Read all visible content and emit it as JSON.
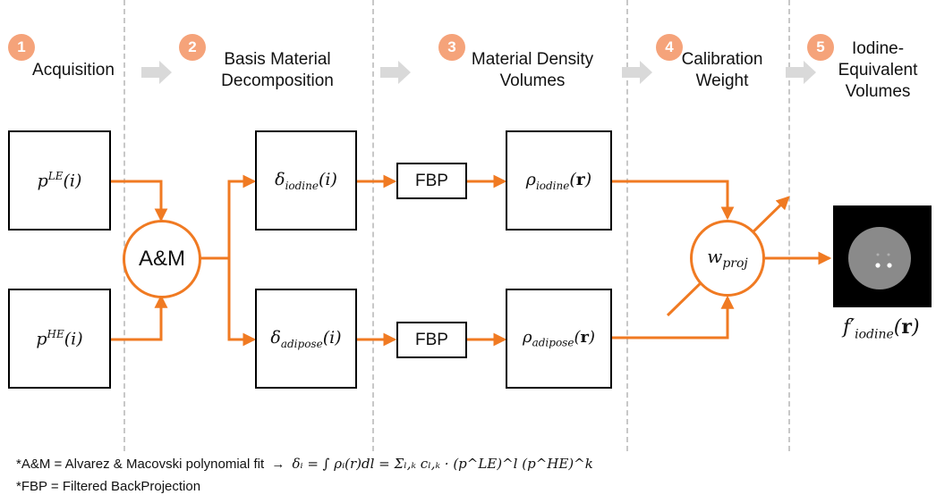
{
  "steps": [
    {
      "number": "1",
      "label_lines": [
        "Acquisition"
      ]
    },
    {
      "number": "2",
      "label_lines": [
        "Basis Material",
        "Decomposition"
      ]
    },
    {
      "number": "3",
      "label_lines": [
        "Material Density",
        "Volumes"
      ]
    },
    {
      "number": "4",
      "label_lines": [
        "Calibration",
        "Weight"
      ]
    },
    {
      "number": "5",
      "label_lines": [
        "Iodine-",
        "Equivalent",
        "Volumes"
      ]
    }
  ],
  "nodes": {
    "p_le": {
      "base": "p",
      "sup": "LE",
      "arg": "(i)"
    },
    "p_he": {
      "base": "p",
      "sup": "HE",
      "arg": "(i)"
    },
    "am": "A&M",
    "delta_iodine": {
      "base": "δ",
      "sub": "iodine",
      "arg": "(i)"
    },
    "delta_adipose": {
      "base": "δ",
      "sub": "adipose",
      "arg": "(i)"
    },
    "fbp_top": "FBP",
    "fbp_bottom": "FBP",
    "rho_iodine": {
      "base": "ρ",
      "sub": "iodine",
      "arg_open": "(",
      "arg_bold": "r",
      "arg_close": ")"
    },
    "rho_adipose": {
      "base": "ρ",
      "sub": "adipose",
      "arg_open": "(",
      "arg_bold": "r",
      "arg_close": ")"
    },
    "w_proj": {
      "base": "w",
      "sub": "proj"
    },
    "f_iodine": {
      "base": "f′",
      "sub": "iodine",
      "arg_open": "(",
      "arg_bold": "r",
      "arg_close": ")"
    }
  },
  "footnotes": {
    "am_definition": "*A&M = Alvarez & Macovski polynomial fit",
    "arrow": "→",
    "formula": "δᵢ = ∫ ρᵢ(r)dl = Σₗ,ₖ cₗ,ₖ · (p^LE)^l (p^HE)^k",
    "fbp_definition": "*FBP = Filtered BackProjection"
  },
  "colors": {
    "accent": "#f07a22",
    "badge": "#f5a37a",
    "step_arrow": "#d9d9d9",
    "divider": "#c8c8c8"
  }
}
